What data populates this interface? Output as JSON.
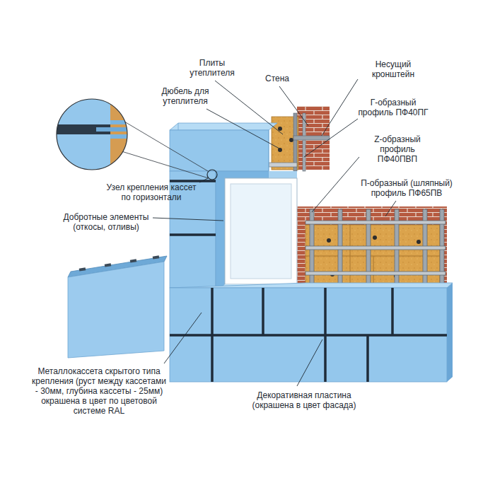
{
  "diagram": {
    "labels": [
      "Плиты утеплителя",
      "Стена",
      "Несущий кронштейн",
      "Дюбель для утеплителя",
      "Г-образный профиль ПФ40ПГ",
      "Z-образный профиль ПФ40ПВП",
      "П-образный (шляпный) профиль ПФ65ПВ",
      "Узел крепления кассет по горизонтали",
      "Добротные элементы (откосы, отливы)",
      "Металлокассета скрытого типа крепления (руст между кассетами - 30мм, глубина кассеты - 25мм) окрашена в цвет по цветовой системе RAL",
      "Декоративная пластина (окрашена в цвет фасада)"
    ]
  }
}
